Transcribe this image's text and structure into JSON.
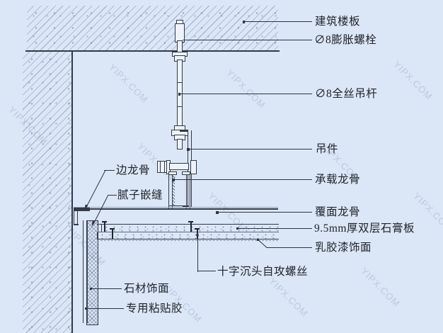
{
  "drawing": {
    "type": "architectural-ceiling-detail-section",
    "background_color": "#dbe6f7",
    "line_color": "#333a45",
    "hatch_color": "#64728c",
    "text_color": "#20242a"
  },
  "watermark": {
    "text": "YIPX.COM"
  },
  "annotations": {
    "right": [
      {
        "id": "slab",
        "text": "建筑楼板"
      },
      {
        "id": "expansion-bolt",
        "text": "∅8膨胀螺栓"
      },
      {
        "id": "hanger-rod",
        "text": "∅8全丝吊杆"
      },
      {
        "id": "hanger-clip",
        "text": "吊件"
      },
      {
        "id": "carrying-keel",
        "text": "承载龙骨"
      },
      {
        "id": "covering-keel",
        "text": "覆面龙骨"
      },
      {
        "id": "gypsum-board",
        "text": "9.5mm厚双层石膏板"
      },
      {
        "id": "latex-paint",
        "text": "乳胶漆饰面"
      }
    ],
    "left": [
      {
        "id": "edge-keel",
        "text": "边龙骨"
      },
      {
        "id": "putty-joint",
        "text": "腻子嵌缝"
      },
      {
        "id": "stone-finish",
        "text": "石材饰面"
      },
      {
        "id": "adhesive",
        "text": "专用粘贴胶"
      },
      {
        "id": "tapping-screw",
        "text": "十字沉头自攻螺丝"
      }
    ]
  }
}
